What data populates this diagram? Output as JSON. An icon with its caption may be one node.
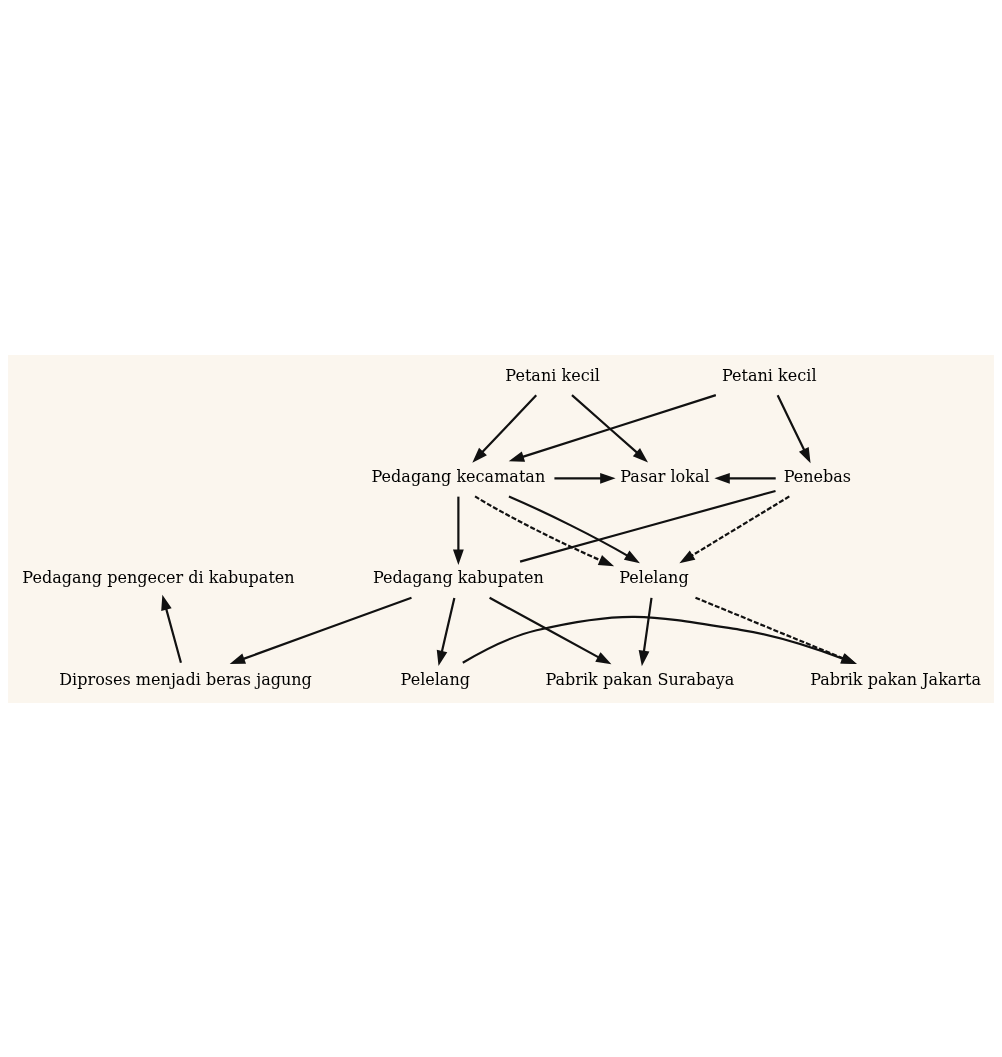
{
  "diagram": {
    "nodes": [
      {
        "text": [
          "Petani kecil"
        ]
      },
      {
        "text": [
          "Petani kecil"
        ]
      },
      {
        "text": [
          "Pasar lokal"
        ]
      },
      {
        "text": [
          "Pedagang kecamatan"
        ]
      },
      {
        "text": [
          "Penebas"
        ]
      },
      {
        "text": [
          "Pedagang pengecer di kabupaten"
        ]
      },
      {
        "text": [
          "Pedagang kabupaten"
        ]
      },
      {
        "text": [
          "Pelelang"
        ]
      },
      {
        "text": [
          "Diproses menjadi beras jagung"
        ]
      },
      {
        "text": [
          "Pabrik pakan Surabaya"
        ]
      },
      {
        "text": [
          "Pelelang"
        ]
      },
      {
        "text": [
          "Pabrik pakan Jakarta"
        ]
      }
    ],
    "edges": [
      {
        "from": 4,
        "to": 2,
        "arrow": "to"
      },
      {
        "from": 0,
        "to": 2,
        "arrow": "to"
      },
      {
        "from": 0,
        "to": 3,
        "arrow": "to"
      },
      {
        "from": 1,
        "to": 3,
        "arrow": "to"
      },
      {
        "from": 1,
        "to": 4,
        "arrow": "to"
      },
      {
        "from": 3,
        "to": 2,
        "arrow": "to"
      },
      {
        "from": 3,
        "to": 6,
        "arrow": "to"
      },
      {
        "from": 3,
        "to": 7,
        "arrow": "to",
        "style": "dashed"
      },
      {
        "from": 3,
        "to": 7,
        "arrow": "to"
      },
      {
        "from": 4,
        "to": 6,
        "arrow": "none"
      },
      {
        "from": 4,
        "to": 7,
        "arrow": "to",
        "style": "dashed"
      },
      {
        "from": 6,
        "to": 8,
        "arrow": "to"
      },
      {
        "from": 8,
        "to": 5,
        "arrow": "to"
      },
      {
        "from": 6,
        "to": 9,
        "arrow": "to"
      },
      {
        "from": 6,
        "to": 10,
        "arrow": "to"
      },
      {
        "from": 7,
        "to": 9,
        "arrow": "to"
      },
      {
        "from": 7,
        "to": 11,
        "arrow": "to",
        "style": "dashed"
      },
      {
        "from": 10,
        "to": 11,
        "arrow": "to"
      }
    ]
  }
}
